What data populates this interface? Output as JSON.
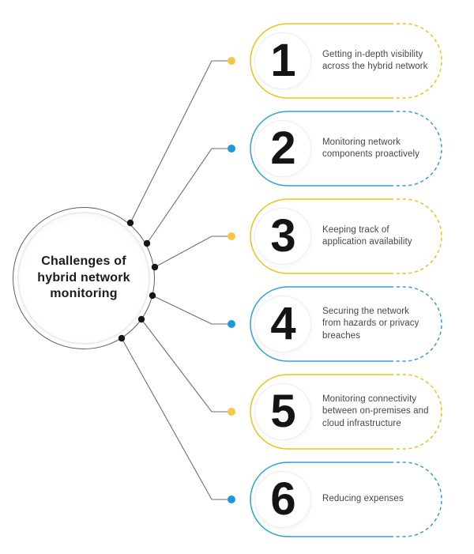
{
  "center": {
    "title": "Challenges of\nhybrid network\nmonitoring"
  },
  "items": [
    {
      "number": "1",
      "text": "Getting in-depth visibility\nacross the hybrid network",
      "color": "yellow"
    },
    {
      "number": "2",
      "text": "Monitoring network\ncomponents proactively",
      "color": "blue"
    },
    {
      "number": "3",
      "text": "Keeping track of\napplication availability",
      "color": "yellow"
    },
    {
      "number": "4",
      "text": "Securing the network\nfrom hazards or privacy\nbreaches",
      "color": "blue"
    },
    {
      "number": "5",
      "text": "Monitoring connectivity\nbetween on-premises and\ncloud infrastructure",
      "color": "yellow"
    },
    {
      "number": "6",
      "text": "Reducing expenses",
      "color": "blue"
    }
  ],
  "colors": {
    "yellow": "#F1C117",
    "yellow_dot": "#F5C843",
    "blue": "#2EA1E1",
    "blue_dot": "#2196DC",
    "connector_line": "#6F6F6F",
    "node_dot": "#161616"
  }
}
